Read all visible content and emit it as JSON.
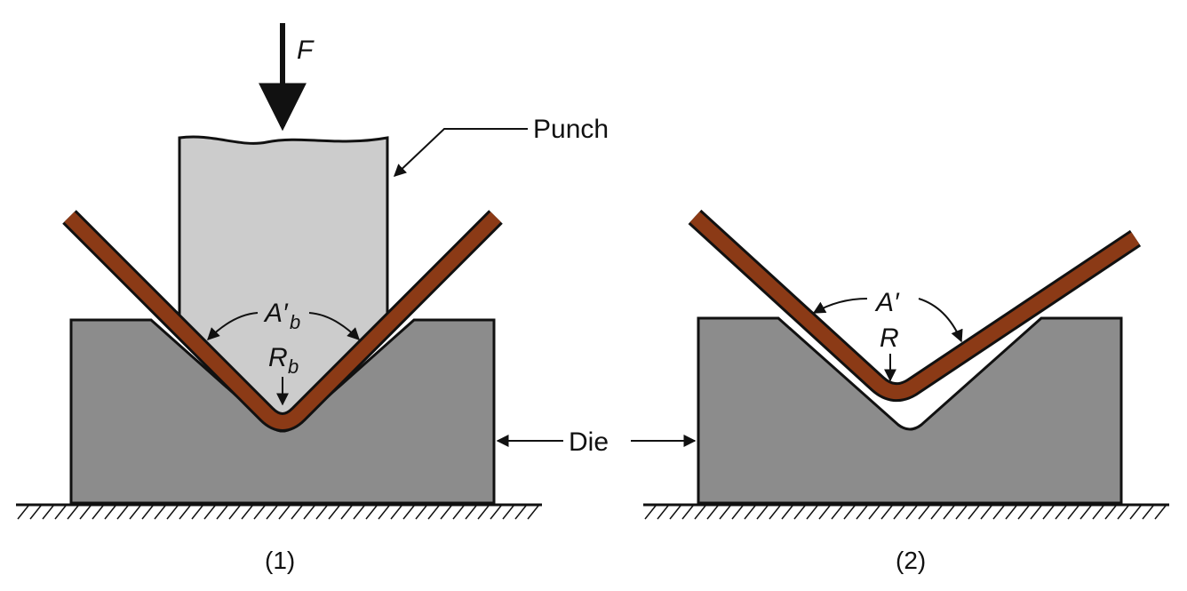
{
  "labels": {
    "force": "F",
    "punch": "Punch",
    "die": "Die",
    "angle_loaded": "A′",
    "angle_loaded_sub": "b",
    "radius_loaded": "R",
    "radius_loaded_sub": "b",
    "angle_released": "A′",
    "radius_released": "R"
  },
  "captions": {
    "left": "(1)",
    "right": "(2)"
  },
  "colors": {
    "punch": "#cccccc",
    "die": "#8c8c8c",
    "sheet": "#8b3a16",
    "outline": "#111111",
    "background": "#ffffff"
  }
}
